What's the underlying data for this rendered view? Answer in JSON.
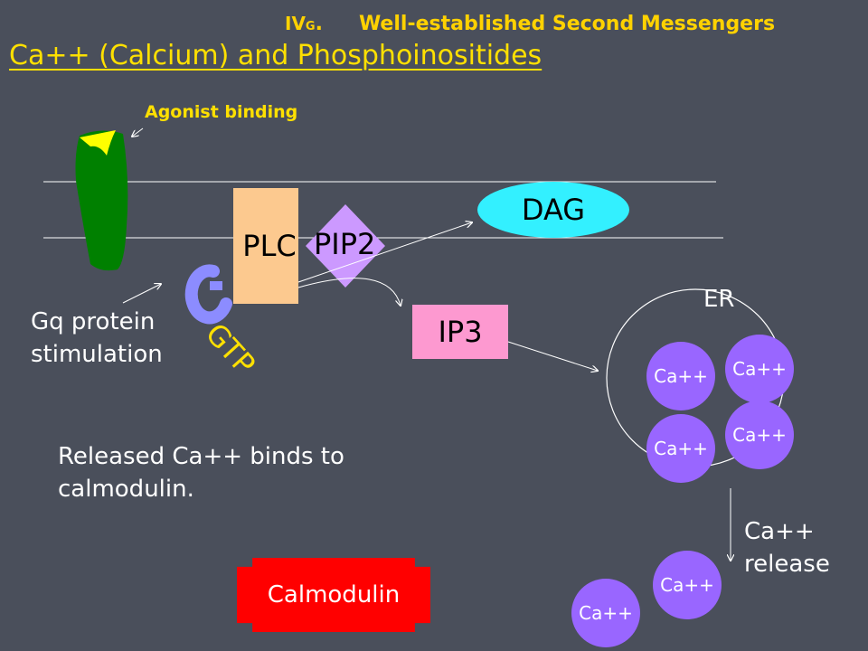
{
  "header": {
    "roman": "IV",
    "roman_sub": "G",
    "period": ".",
    "text": "Well-established Second Messengers"
  },
  "title": "Ca++ (Calcium) and Phosphoinositides",
  "labels": {
    "agonist_binding": "Agonist binding",
    "gq_line1": "Gq protein",
    "gq_line2": "stimulation",
    "plc": "PLC",
    "pip2": "PIP2",
    "dag": "DAG",
    "ip3": "IP3",
    "gtp": "GTP",
    "g": "G",
    "er": "ER",
    "released_line1": "Released Ca++ binds to",
    "released_line2": "calmodulin.",
    "release_line1": "Ca++",
    "release_line2": "release",
    "calmodulin": "Calmodulin"
  },
  "er_ions": [
    "Ca++",
    "Ca++",
    "Ca++",
    "Ca++"
  ],
  "released_ions": [
    "Ca++",
    "Ca++"
  ],
  "colors": {
    "background": "#4a4f5b",
    "header": "#ffd200",
    "receptor": "#008000",
    "ligand": "#ffff00",
    "plc": "#fcc98f",
    "pip2": "#cc99ff",
    "dag": "#33f0ff",
    "ip3": "#fd99d0",
    "ion": "#9966ff",
    "calmodulin": "#ff0000"
  }
}
